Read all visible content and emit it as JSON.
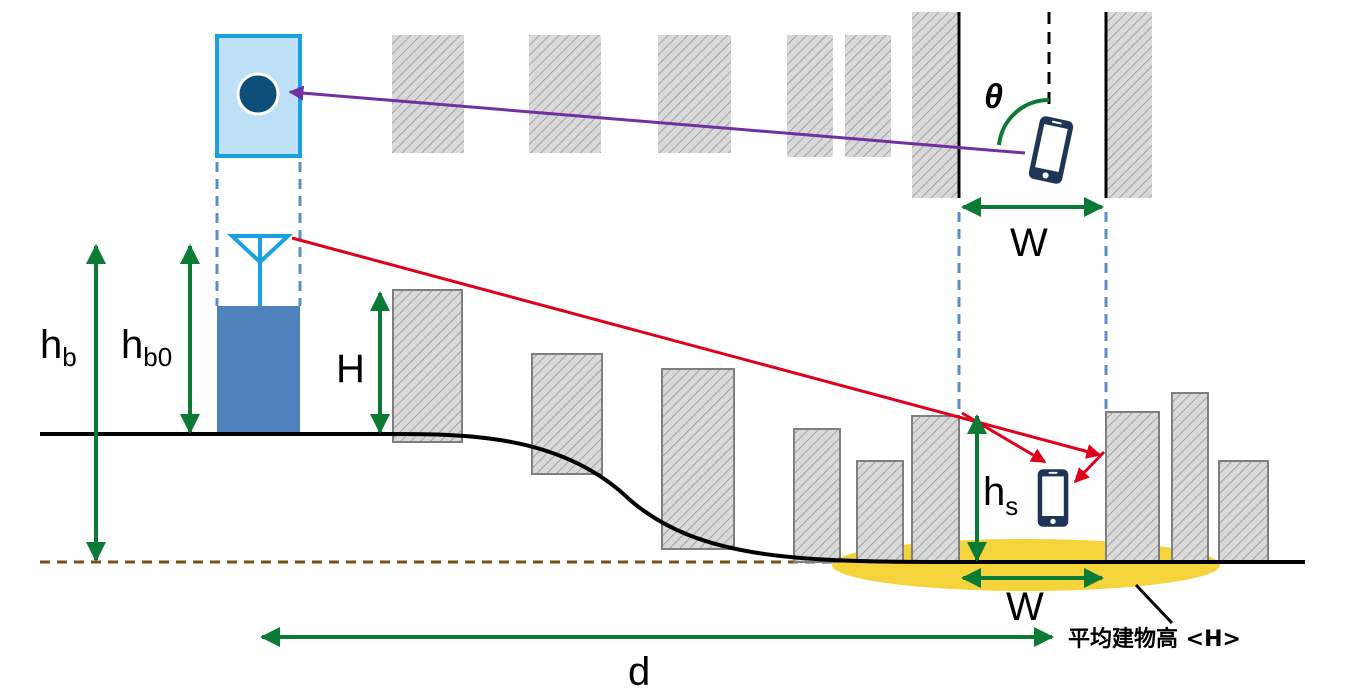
{
  "labels": {
    "theta": "θ",
    "w_top": "W",
    "w_bottom": "W",
    "h": "h",
    "b": "b",
    "b0": "b0",
    "H": "H",
    "s": "s",
    "d": "d",
    "avg_building_height": "平均建物高 <H>"
  },
  "colors": {
    "arrow_green": "#0b7a34",
    "radio_red": "#e0001b",
    "radio_purple": "#7030a0",
    "bs_blue": "#4f81bd",
    "bs_light": "#bee0f6",
    "bs_outline": "#1ba1e2",
    "dash_blue": "#5b8ec7",
    "building_fill": "#d9d9d9",
    "building_stroke": "#7f7f7f",
    "ellipse_yellow": "#f5d33b",
    "ground_brown": "#7a4f1d",
    "phone_navy": "#1f3556"
  },
  "icons": [
    "base-station-dot-icon",
    "antenna-icon",
    "smartphone-icon"
  ]
}
